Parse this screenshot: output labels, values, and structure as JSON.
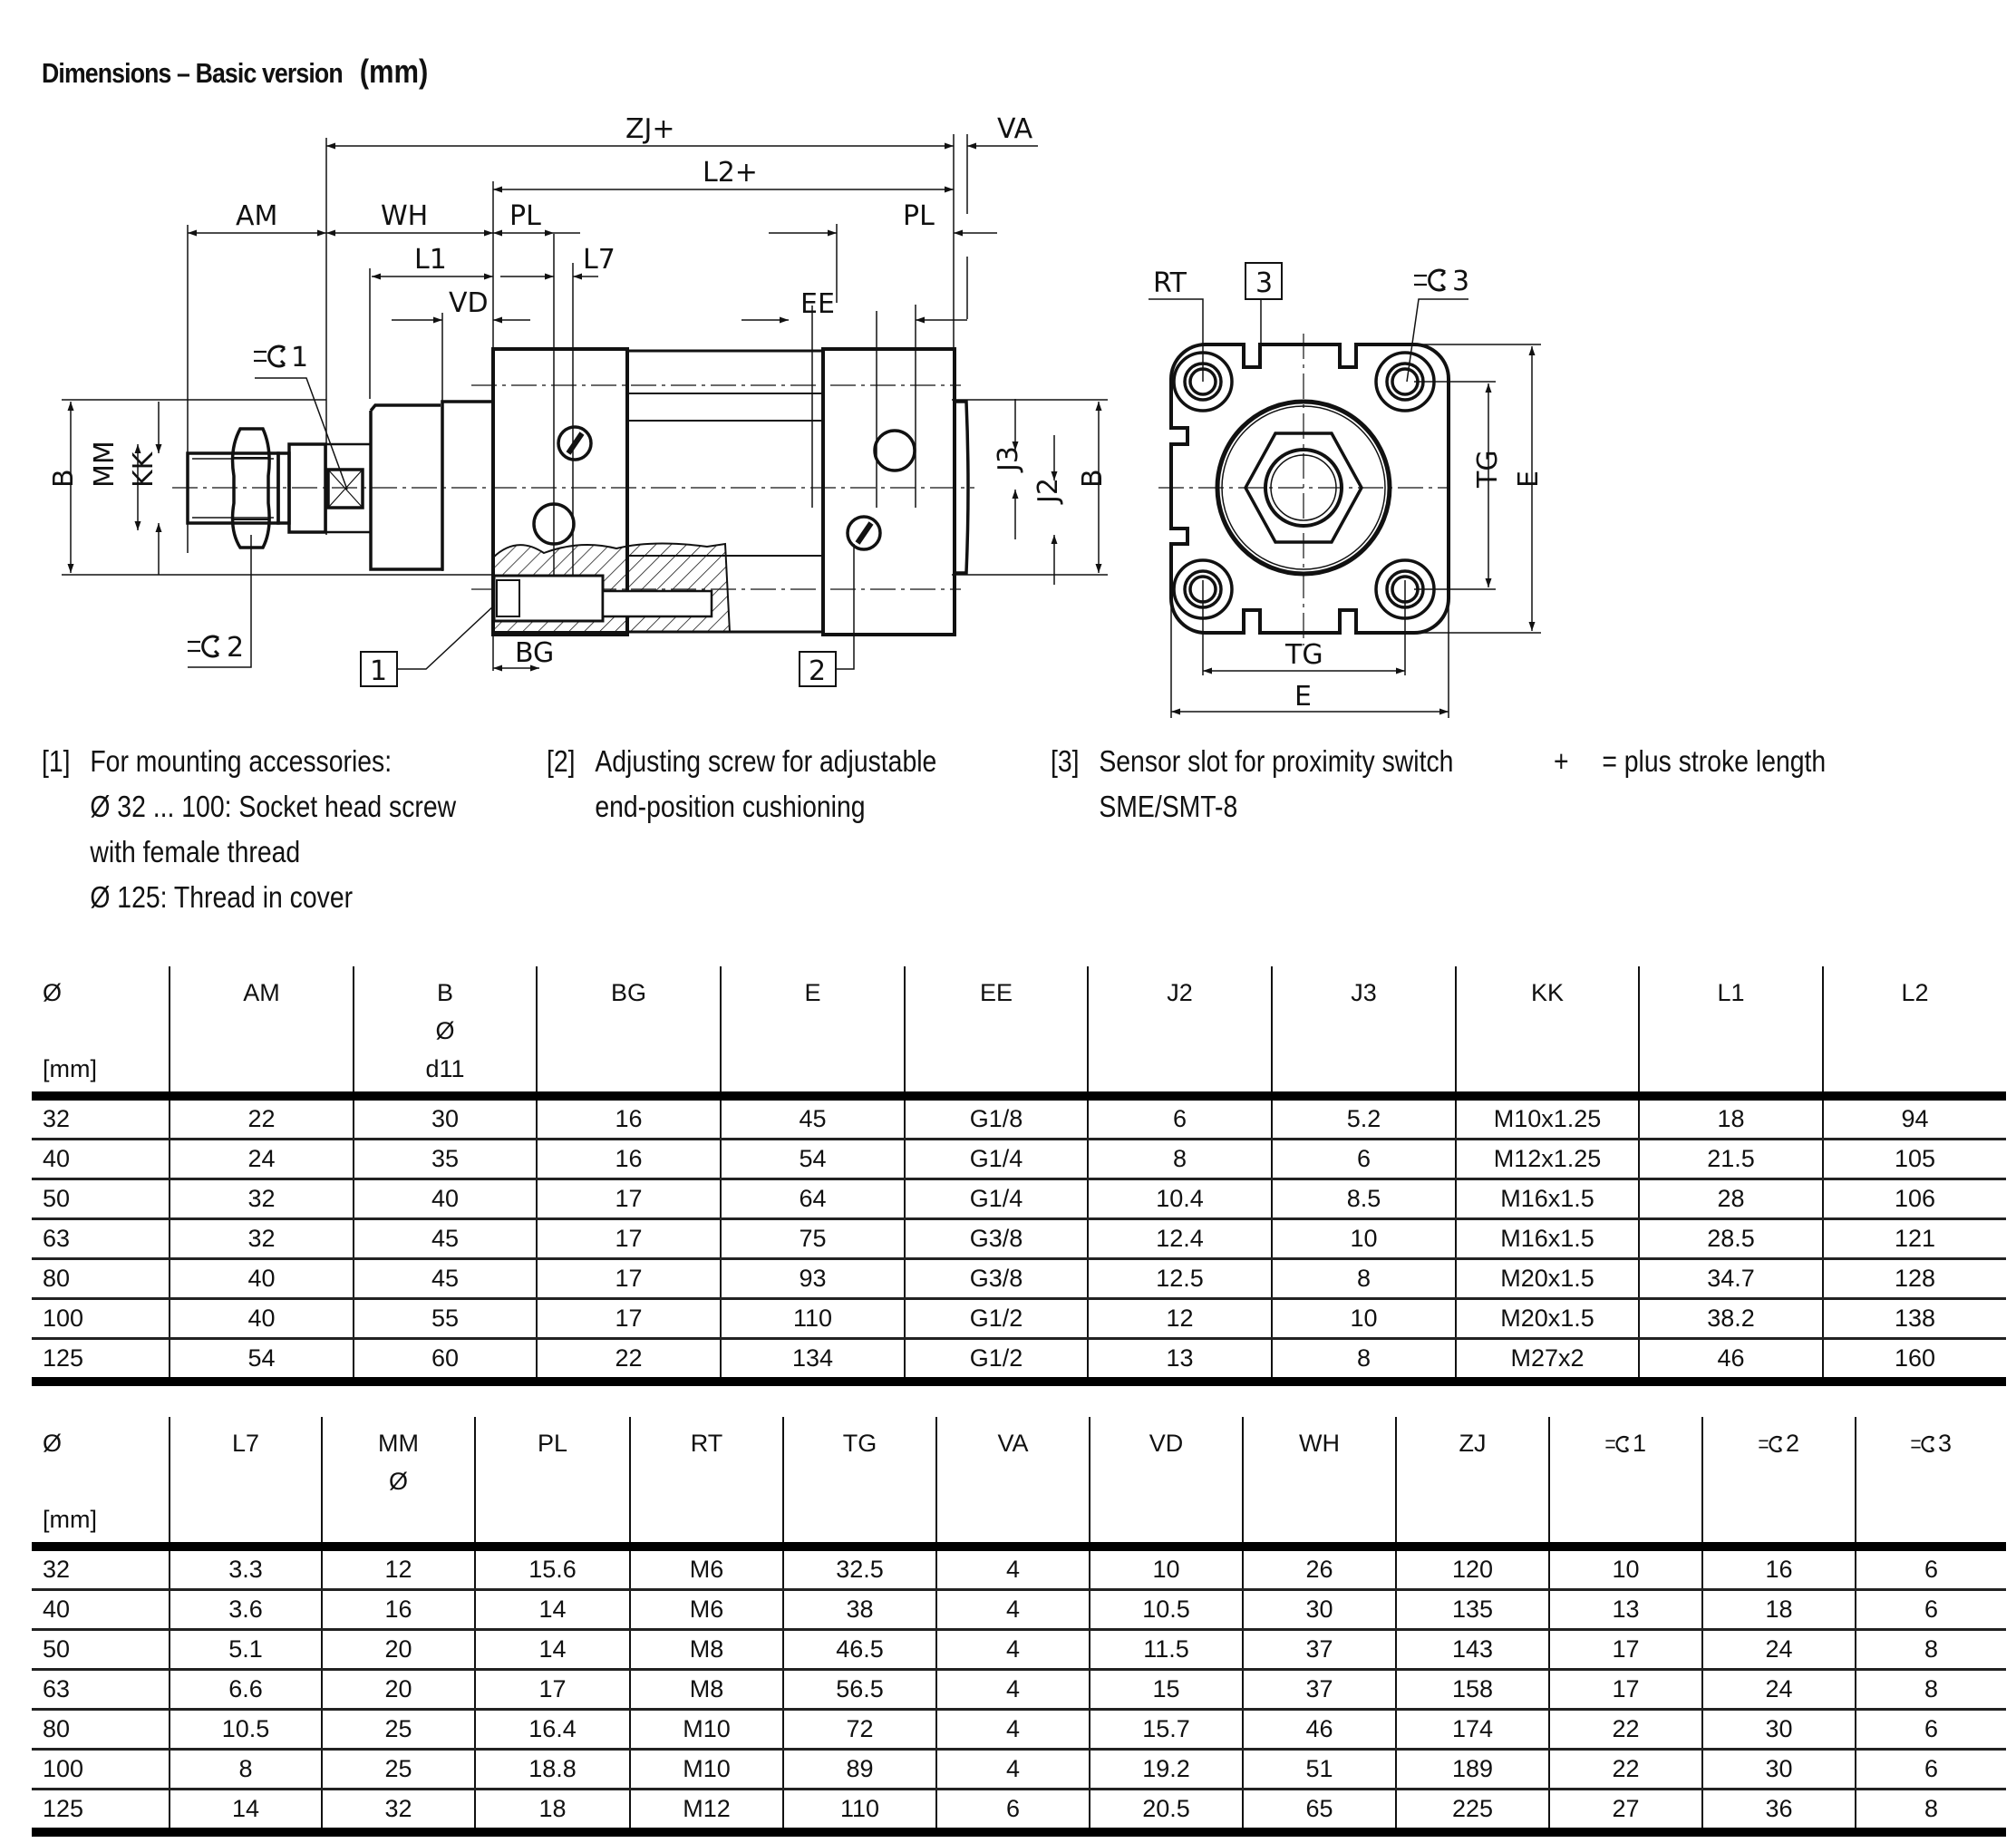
{
  "title": {
    "text": "Dimensions – Basic version",
    "unit": "(mm)"
  },
  "drawing": {
    "side_view_labels": {
      "zj": "ZJ+",
      "va": "VA",
      "l2": "L2+",
      "am": "AM",
      "wh": "WH",
      "pl_front": "PL",
      "pl_rear": "PL",
      "l1": "L1",
      "l7": "L7",
      "vd": "VD",
      "ee": "EE",
      "b_left": "B",
      "mm": "MM",
      "kk": "KK",
      "j3": "J3",
      "j2": "J2",
      "b_right": "B",
      "bg": "BG",
      "wrench1": "1",
      "wrench2": "2",
      "callout1": "1",
      "callout2": "2"
    },
    "end_view_labels": {
      "rt": "RT",
      "callout3": "3",
      "wrench3": "3",
      "tg_vertical": "TG",
      "e_vertical": "E",
      "tg_horizontal": "TG",
      "e_horizontal": "E"
    }
  },
  "notes": [
    {
      "ref": "[1]",
      "lines": [
        "For mounting accessories:",
        "Ø 32 ... 100: Socket head screw",
        "with female thread",
        "Ø 125: Thread in cover"
      ]
    },
    {
      "ref": "[2]",
      "lines": [
        "Adjusting screw for adjustable",
        "end-position cushioning"
      ]
    },
    {
      "ref": "[3]",
      "lines": [
        "Sensor slot for proximity switch",
        "SME/SMT-8"
      ]
    },
    {
      "ref": "+",
      "lines": [
        "= plus stroke length"
      ]
    }
  ],
  "table1": {
    "headers": [
      {
        "label": "Ø",
        "sub": "[mm]"
      },
      {
        "label": "AM",
        "sub": ""
      },
      {
        "label": "B",
        "sub": "Ø",
        "sub2": "d11"
      },
      {
        "label": "BG",
        "sub": ""
      },
      {
        "label": "E",
        "sub": ""
      },
      {
        "label": "EE",
        "sub": ""
      },
      {
        "label": "J2",
        "sub": ""
      },
      {
        "label": "J3",
        "sub": ""
      },
      {
        "label": "KK",
        "sub": ""
      },
      {
        "label": "L1",
        "sub": ""
      },
      {
        "label": "L2",
        "sub": ""
      }
    ],
    "rows": [
      [
        "32",
        "22",
        "30",
        "16",
        "45",
        "G1/8",
        "6",
        "5.2",
        "M10x1.25",
        "18",
        "94"
      ],
      [
        "40",
        "24",
        "35",
        "16",
        "54",
        "G1/4",
        "8",
        "6",
        "M12x1.25",
        "21.5",
        "105"
      ],
      [
        "50",
        "32",
        "40",
        "17",
        "64",
        "G1/4",
        "10.4",
        "8.5",
        "M16x1.5",
        "28",
        "106"
      ],
      [
        "63",
        "32",
        "45",
        "17",
        "75",
        "G3/8",
        "12.4",
        "10",
        "M16x1.5",
        "28.5",
        "121"
      ],
      [
        "80",
        "40",
        "45",
        "17",
        "93",
        "G3/8",
        "12.5",
        "8",
        "M20x1.5",
        "34.7",
        "128"
      ],
      [
        "100",
        "40",
        "55",
        "17",
        "110",
        "G1/2",
        "12",
        "10",
        "M20x1.5",
        "38.2",
        "138"
      ],
      [
        "125",
        "54",
        "60",
        "22",
        "134",
        "G1/2",
        "13",
        "8",
        "M27x2",
        "46",
        "160"
      ]
    ]
  },
  "table2": {
    "headers": [
      {
        "label": "Ø",
        "sub": "[mm]"
      },
      {
        "label": "L7",
        "sub": ""
      },
      {
        "label": "MM",
        "sub": "Ø"
      },
      {
        "label": "PL",
        "sub": ""
      },
      {
        "label": "RT",
        "sub": ""
      },
      {
        "label": "TG",
        "sub": ""
      },
      {
        "label": "VA",
        "sub": ""
      },
      {
        "label": "VD",
        "sub": ""
      },
      {
        "label": "WH",
        "sub": ""
      },
      {
        "label": "ZJ",
        "sub": ""
      },
      {
        "label": "1",
        "sub": "",
        "icon": "wrench-icon"
      },
      {
        "label": "2",
        "sub": "",
        "icon": "wrench-icon"
      },
      {
        "label": "3",
        "sub": "",
        "icon": "wrench-icon"
      }
    ],
    "rows": [
      [
        "32",
        "3.3",
        "12",
        "15.6",
        "M6",
        "32.5",
        "4",
        "10",
        "26",
        "120",
        "10",
        "16",
        "6"
      ],
      [
        "40",
        "3.6",
        "16",
        "14",
        "M6",
        "38",
        "4",
        "10.5",
        "30",
        "135",
        "13",
        "18",
        "6"
      ],
      [
        "50",
        "5.1",
        "20",
        "14",
        "M8",
        "46.5",
        "4",
        "11.5",
        "37",
        "143",
        "17",
        "24",
        "8"
      ],
      [
        "63",
        "6.6",
        "20",
        "17",
        "M8",
        "56.5",
        "4",
        "15",
        "37",
        "158",
        "17",
        "24",
        "8"
      ],
      [
        "80",
        "10.5",
        "25",
        "16.4",
        "M10",
        "72",
        "4",
        "15.7",
        "46",
        "174",
        "22",
        "30",
        "6"
      ],
      [
        "100",
        "8",
        "25",
        "18.8",
        "M10",
        "89",
        "4",
        "19.2",
        "51",
        "189",
        "22",
        "30",
        "6"
      ],
      [
        "125",
        "14",
        "32",
        "18",
        "M12",
        "110",
        "6",
        "20.5",
        "65",
        "225",
        "27",
        "36",
        "8"
      ]
    ]
  }
}
